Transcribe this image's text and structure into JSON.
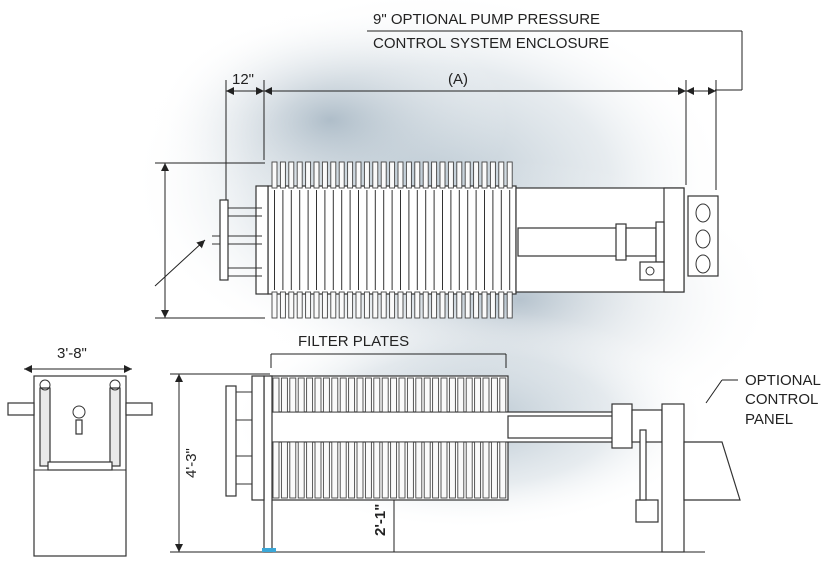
{
  "labels": {
    "pump_enclosure_line1": "9\" OPTIONAL PUMP PRESSURE",
    "pump_enclosure_line2": "CONTROL SYSTEM ENCLOSURE",
    "dim_12": "12\"",
    "dim_a": "(A)",
    "filter_plates": "FILTER PLATES",
    "dim_3_8": "3'-8\"",
    "dim_4_3": "4'-3\"",
    "dim_2_1": "2'-1\"",
    "control_line1": "OPTIONAL",
    "control_line2": "CONTROL",
    "control_line3": "PANEL"
  },
  "colors": {
    "line": "#222222",
    "background_smoke": "#b9c6cf",
    "foot_accent": "#3aa7d8"
  }
}
